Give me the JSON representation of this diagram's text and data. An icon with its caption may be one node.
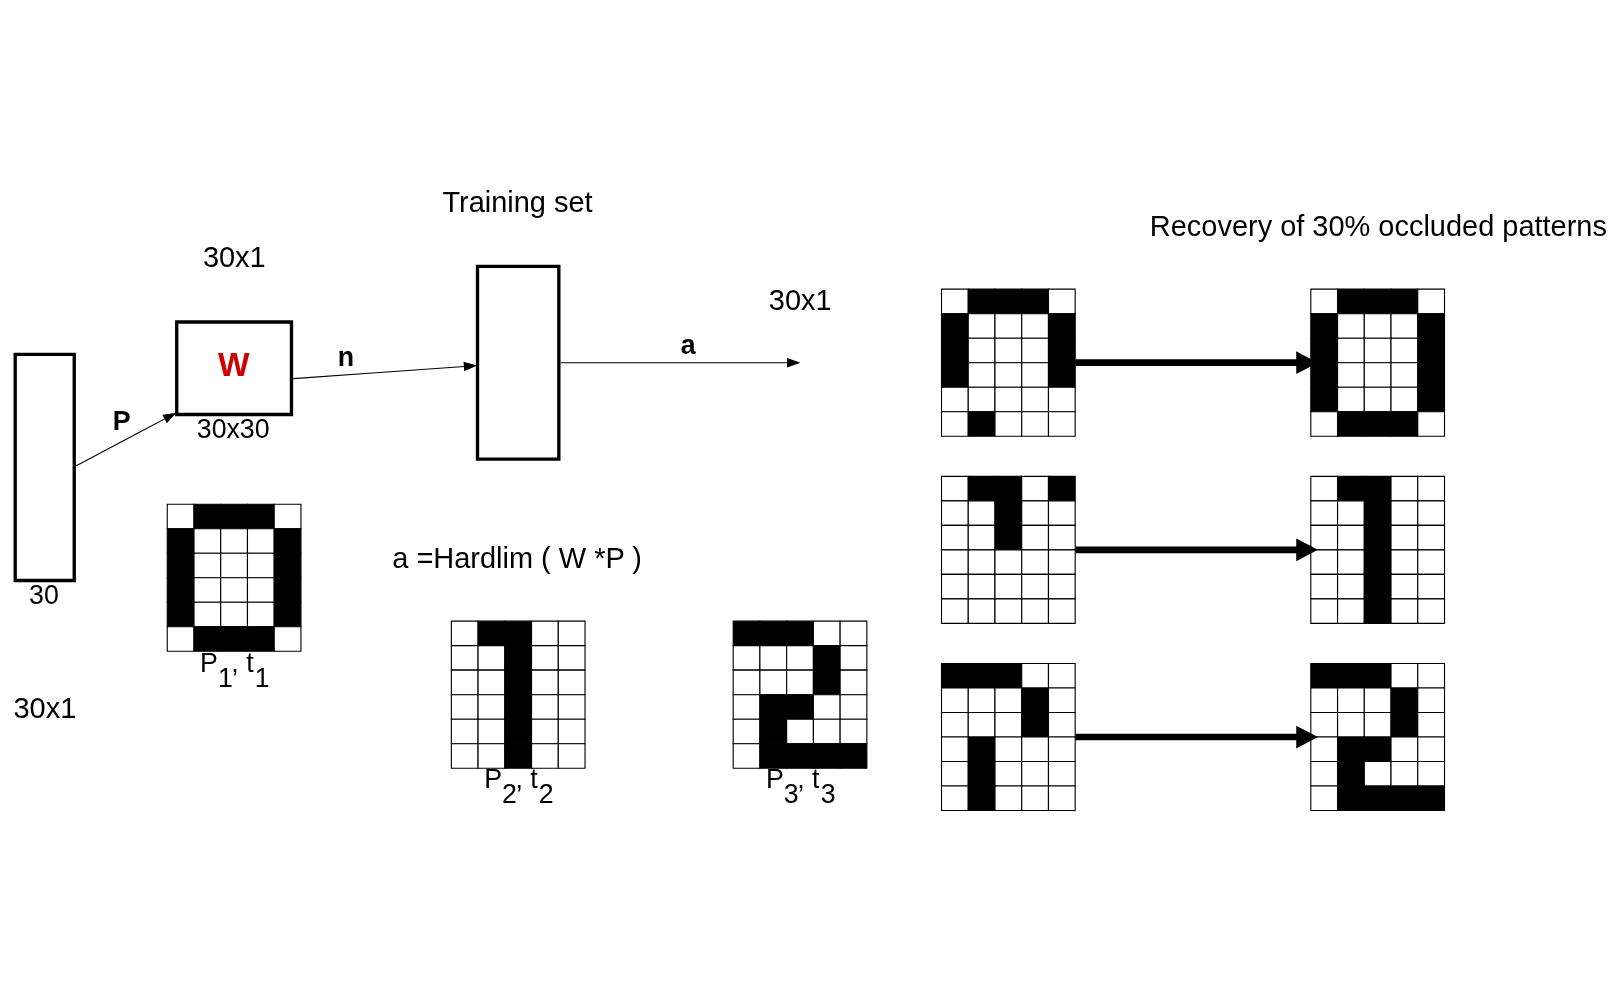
{
  "diagram": {
    "nodes": [
      {
        "text": [],
        "shape": "box",
        "beside": [
          "30"
        ]
      },
      {
        "text": [
          "W"
        ],
        "beside": [
          "30x30"
        ]
      },
      {
        "text": [],
        "shape": "box"
      },
      {
        "text": [],
        "shape": "grid",
        "beside": [
          "P$_{1}$, t$_{1}$"
        ]
      },
      {
        "text": [],
        "shape": "grid",
        "beside": [
          "P$_{2}$, t$_{2}$"
        ]
      },
      {
        "text": [],
        "shape": "grid",
        "beside": [
          "P$_{3}$, t$_{3}$"
        ]
      },
      {
        "text": [],
        "shape": "grid"
      },
      {
        "text": [],
        "shape": "grid"
      },
      {
        "text": [],
        "shape": "grid"
      },
      {
        "text": [],
        "shape": "grid"
      },
      {
        "text": [],
        "shape": "grid"
      },
      {
        "text": [],
        "shape": "grid"
      }
    ],
    "edges": [
      {
        "from": 0,
        "to": 1,
        "arrow": "to",
        "label": "P"
      },
      {
        "from": 1,
        "to": 2,
        "arrow": "to",
        "label": "n"
      },
      {
        "from": 2,
        "to": null,
        "arrow": "to",
        "label": "a"
      },
      {
        "from": 6,
        "to": 7,
        "arrow": "to",
        "style": "thick"
      },
      {
        "from": 8,
        "to": 9,
        "arrow": "to",
        "style": "thick"
      },
      {
        "from": 10,
        "to": 11,
        "arrow": "to",
        "style": "thick"
      }
    ],
    "labels": [
      "30x1",
      "30x1",
      "30x1",
      "a =Hardlim ( W *P )",
      "Training set",
      "Recovery of 30% occluded patterns"
    ]
  }
}
